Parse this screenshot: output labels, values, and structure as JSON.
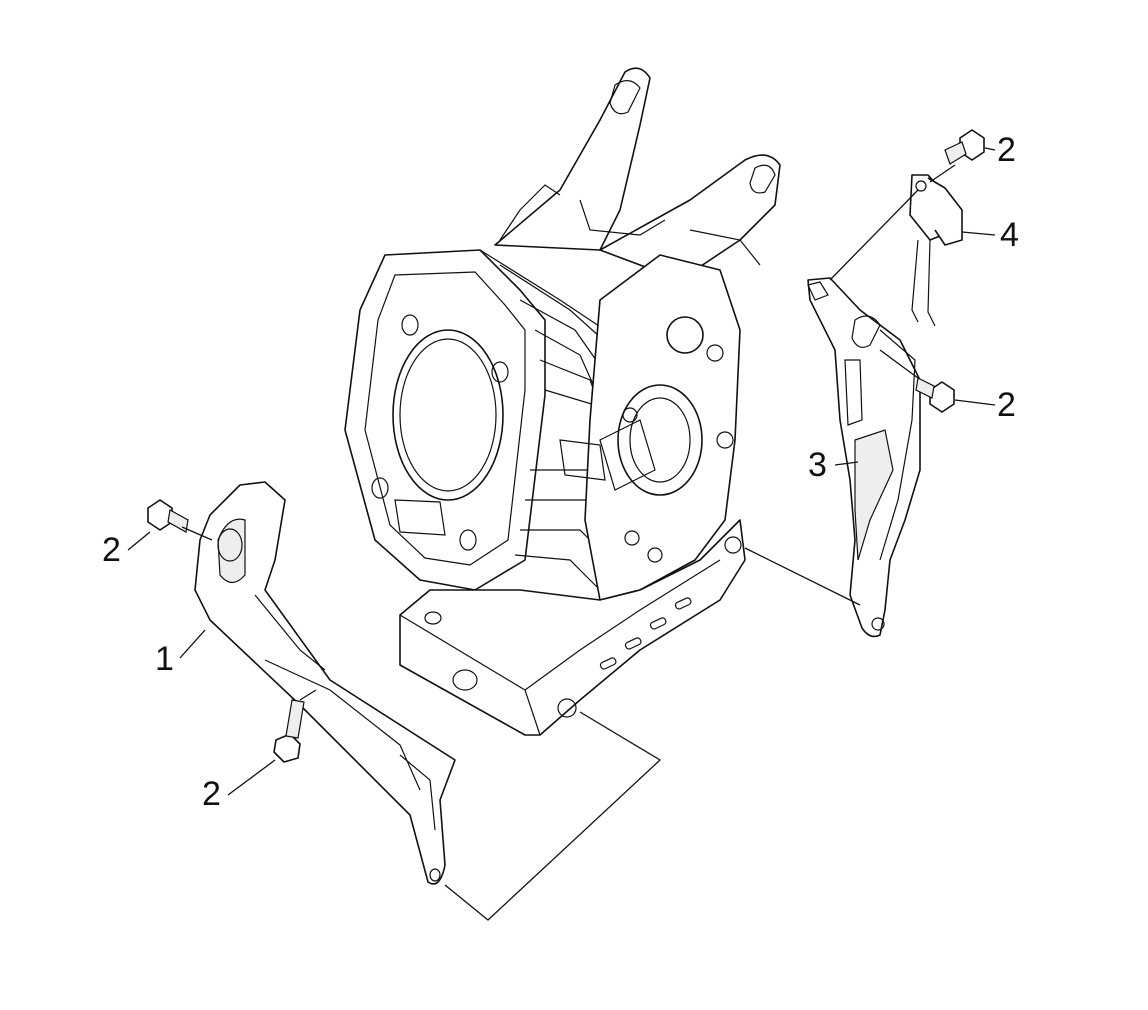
{
  "diagram": {
    "callouts": {
      "bracket_left": "1",
      "bolt_left_upper": "2",
      "bolt_left_lower": "2",
      "bolt_right_upper": "2",
      "bolt_right_lower": "2",
      "shroud_right": "3",
      "ignition_module": "4"
    },
    "colors": {
      "line": "#111111",
      "background": "#ffffff",
      "shade": "#eeeeee"
    }
  }
}
